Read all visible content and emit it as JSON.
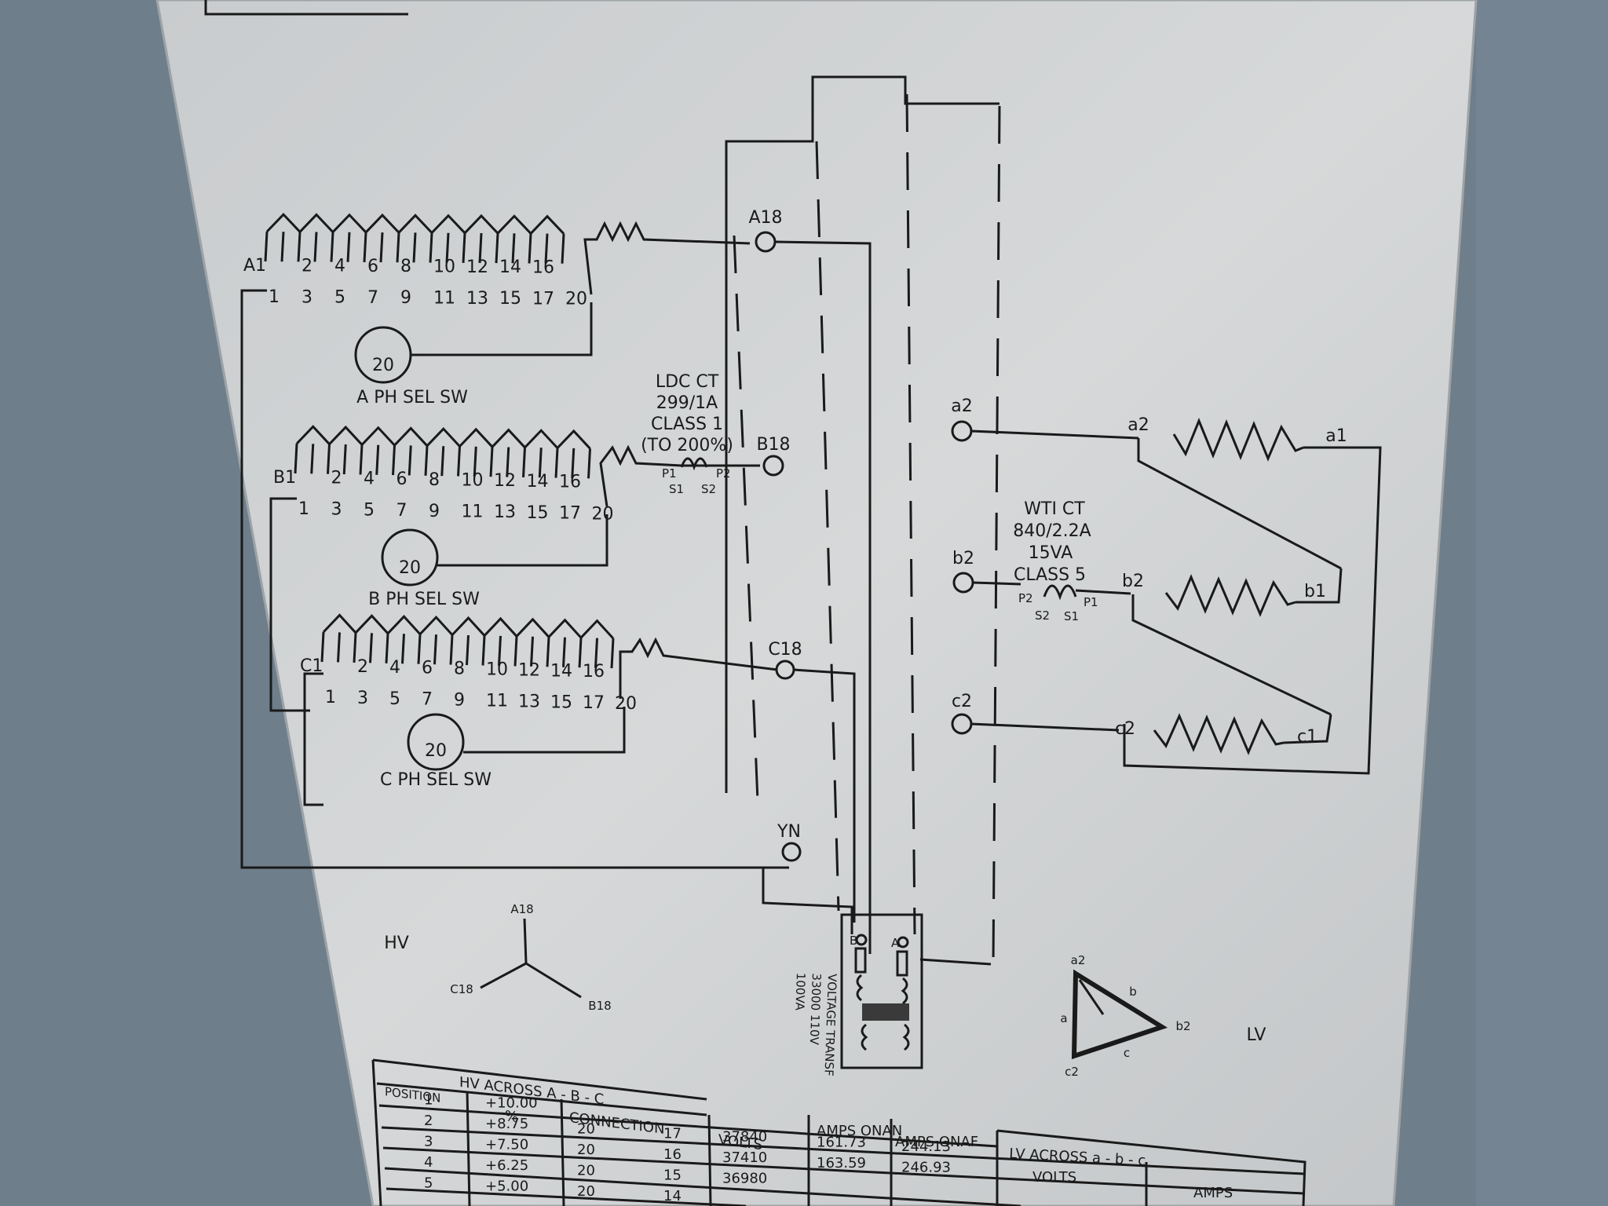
{
  "hv": {
    "a_row": {
      "top": [
        "A1",
        "2",
        "4",
        "6",
        "8",
        "10",
        "12",
        "14",
        "16"
      ],
      "bottom": [
        "1",
        "3",
        "5",
        "7",
        "9",
        "11",
        "13",
        "15",
        "17",
        "20"
      ],
      "switch_num": "20",
      "switch_label": "A PH SEL SW"
    },
    "b_row": {
      "top": [
        "B1",
        "2",
        "4",
        "6",
        "8",
        "10",
        "12",
        "14",
        "16"
      ],
      "bottom": [
        "1",
        "3",
        "5",
        "7",
        "9",
        "11",
        "13",
        "15",
        "17",
        "20"
      ],
      "switch_num": "20",
      "switch_label": "B PH SEL SW"
    },
    "c_row": {
      "top": [
        "C1",
        "2",
        "4",
        "6",
        "8",
        "10",
        "12",
        "14",
        "16"
      ],
      "bottom": [
        "1",
        "3",
        "5",
        "7",
        "9",
        "11",
        "13",
        "15",
        "17",
        "20"
      ],
      "switch_num": "20",
      "switch_label": "C PH SEL SW"
    },
    "terminals": {
      "a": "A18",
      "b": "B18",
      "c": "C18",
      "neutral": "YN"
    }
  },
  "ldc_ct": {
    "lines": [
      "LDC CT",
      "299/1A",
      "CLASS 1",
      "(TO 200%)"
    ],
    "p1": "P1",
    "p2": "P2",
    "s1": "S1",
    "s2": "S2"
  },
  "wti_ct": {
    "lines": [
      "WTI CT",
      "840/2.2A",
      "15VA",
      "CLASS 5"
    ],
    "p1": "P1",
    "p2": "P2",
    "s1": "S1",
    "s2": "S2"
  },
  "lv": {
    "terminals": [
      "a2",
      "b2",
      "c2"
    ],
    "windings": [
      {
        "left": "a2",
        "right": "a1"
      },
      {
        "left": "b2",
        "right": "b1"
      },
      {
        "left": "c2",
        "right": "c1"
      }
    ]
  },
  "vt": {
    "b": "B",
    "a": "A",
    "lines": [
      "VOLTAGE TRANSF",
      "33000 110V",
      "100VA"
    ]
  },
  "hv_vector": {
    "label": "HV",
    "top": "A18",
    "left": "C18",
    "right": "B18"
  },
  "lv_vector": {
    "label": "LV",
    "top": "a2",
    "right": "b2",
    "bottom": "c2",
    "side_a": "a",
    "side_b": "b",
    "side_c": "c"
  },
  "table": {
    "hv_title": "HV ACROSS  A  -  B  -  C",
    "headers": {
      "position": "POSITION",
      "percent": "%",
      "connection": "CONNECTION",
      "volts": "VOLTS",
      "amps_onan": "AMPS ONAN",
      "amps_onaf": "AMPS ONAF"
    },
    "rows": [
      {
        "pos": "1",
        "pct": "+10.00",
        "c1": "",
        "c2": "",
        "volts": "",
        "onan": "",
        "onaf": ""
      },
      {
        "pos": "2",
        "pct": "+8.75",
        "c1": "20",
        "c2": "17",
        "volts": "37840",
        "onan": "161.73",
        "onaf": "244.13"
      },
      {
        "pos": "3",
        "pct": "+7.50",
        "c1": "20",
        "c2": "16",
        "volts": "37410",
        "onan": "163.59",
        "onaf": "246.93"
      },
      {
        "pos": "4",
        "pct": "+6.25",
        "c1": "20",
        "c2": "15",
        "volts": "36980",
        "onan": "",
        "onaf": ""
      },
      {
        "pos": "5",
        "pct": "+5.00",
        "c1": "20",
        "c2": "14",
        "volts": "",
        "onan": "",
        "onaf": ""
      }
    ],
    "lv_title": "LV ACROSS  a  -  b  -  c",
    "lv_headers": {
      "volts": "VOLTS",
      "amps": "AMPS"
    }
  }
}
